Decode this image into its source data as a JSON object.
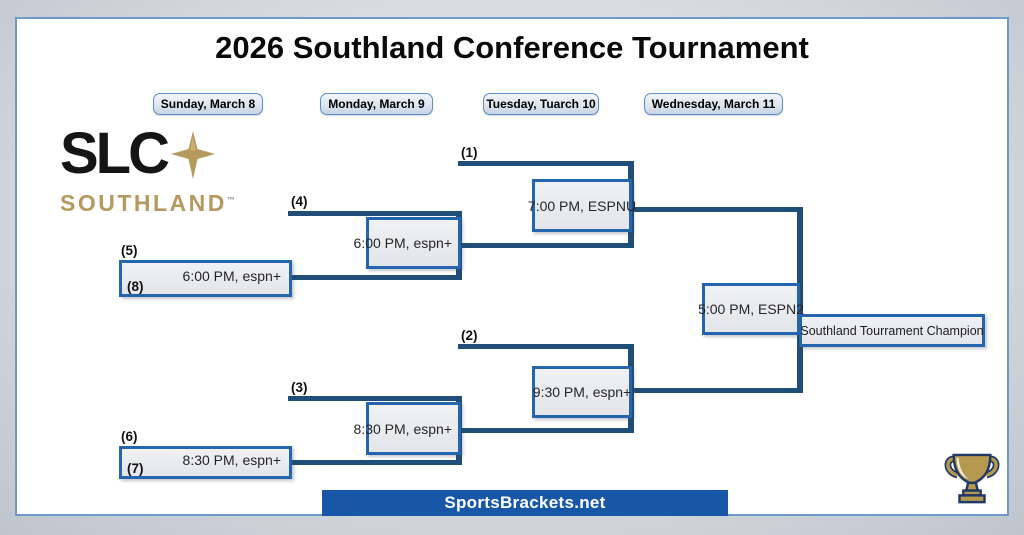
{
  "title": "2026 Southland Conference Tournament",
  "date_headers": [
    "Sunday, March 8",
    "Monday, March 9",
    "Tuesday, Tuarch 10",
    "Wednesday, March 11"
  ],
  "logo": {
    "acronym": "SLC",
    "wordmark": "SOUTHLAND",
    "trademark": "™"
  },
  "bracket": {
    "seeds": {
      "s1": "(1)",
      "s2": "(2)",
      "s3": "(3)",
      "s4": "(4)",
      "s5": "(5)",
      "s6": "(6)",
      "s7": "(7)",
      "s8": "(8)"
    },
    "games": {
      "first_round_top": {
        "time": "6:00 PM, espn+"
      },
      "first_round_bottom": {
        "time": "8:30 PM, espn+"
      },
      "quarterfinal_top": {
        "time": "6:00 PM, espn+"
      },
      "quarterfinal_bottom": {
        "time": "8:30 PM, espn+"
      },
      "semifinal_top": {
        "time": "7:00 PM, ESPNU"
      },
      "semifinal_bottom": {
        "time": "9:30 PM, espn+"
      },
      "championship": {
        "time": "5:00 PM, ESPN2"
      }
    },
    "champion_label": "Southland Tourrament Champion"
  },
  "footer": {
    "site": "SportsBrackets.net"
  },
  "colors": {
    "line_navy": "#1f4e79",
    "box_border_blue": "#2565ae",
    "box_fill_gray": "#e9eaee",
    "footer_blue": "#1857a8",
    "brand_gold": "#b49a5e",
    "pill_border_blue": "#5b8fc7"
  }
}
